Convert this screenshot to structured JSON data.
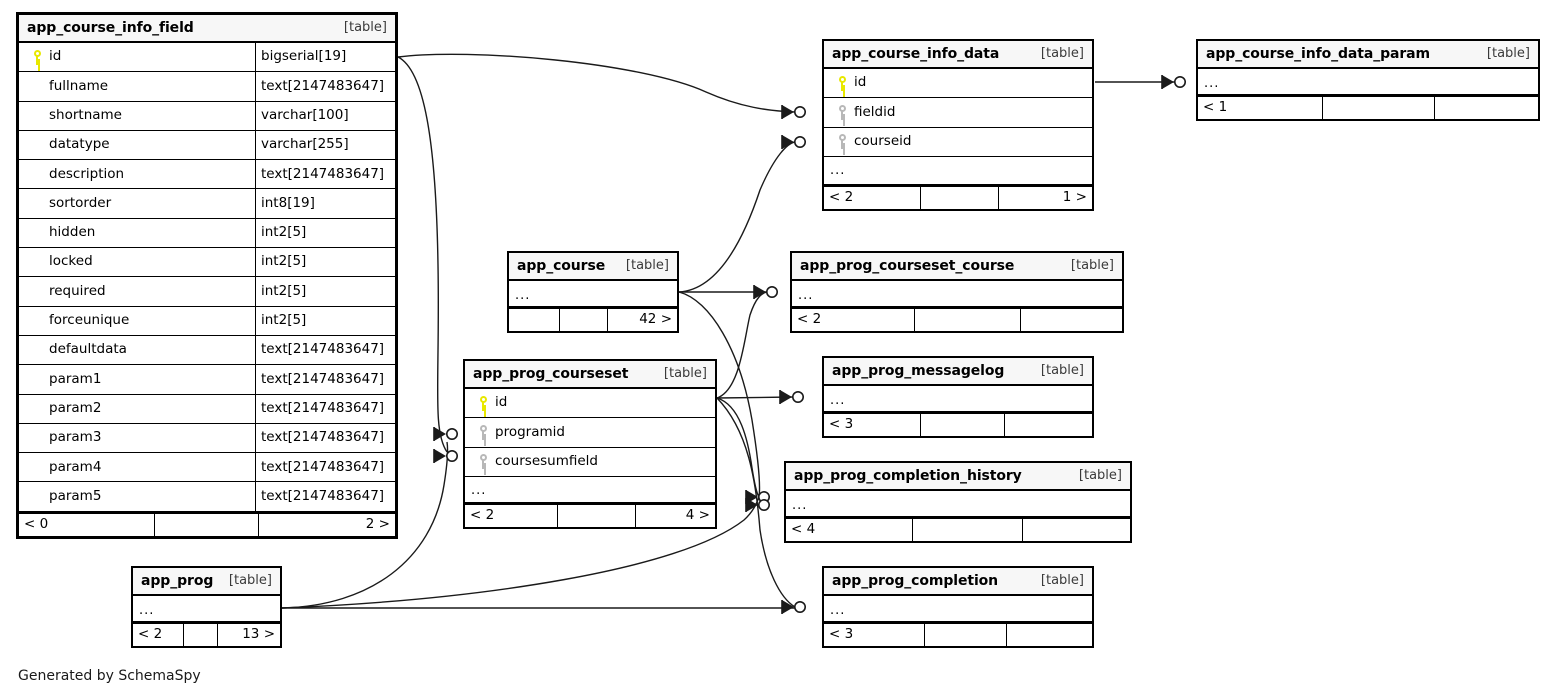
{
  "diagram": {
    "kind": "entity-relationship-diagram",
    "credit": "Generated by SchemaSpy",
    "table_tag": "[table]",
    "ellipsis": "...",
    "colors": {
      "background": "#ffffff",
      "border": "#000000",
      "title_fill": "#f7f7f7",
      "primary_key": "#e8e800",
      "foreign_key": "#b8b8b8",
      "edge": "#1a1a1a"
    }
  },
  "tables": {
    "app_course_info_field": {
      "name": "app_course_info_field",
      "tag": "[table]",
      "columns": [
        {
          "key": "pk",
          "name": "id",
          "type": "bigserial[19]"
        },
        {
          "key": "",
          "name": "fullname",
          "type": "text[2147483647]"
        },
        {
          "key": "",
          "name": "shortname",
          "type": "varchar[100]"
        },
        {
          "key": "",
          "name": "datatype",
          "type": "varchar[255]"
        },
        {
          "key": "",
          "name": "description",
          "type": "text[2147483647]"
        },
        {
          "key": "",
          "name": "sortorder",
          "type": "int8[19]"
        },
        {
          "key": "",
          "name": "hidden",
          "type": "int2[5]"
        },
        {
          "key": "",
          "name": "locked",
          "type": "int2[5]"
        },
        {
          "key": "",
          "name": "required",
          "type": "int2[5]"
        },
        {
          "key": "",
          "name": "forceunique",
          "type": "int2[5]"
        },
        {
          "key": "",
          "name": "defaultdata",
          "type": "text[2147483647]"
        },
        {
          "key": "",
          "name": "param1",
          "type": "text[2147483647]"
        },
        {
          "key": "",
          "name": "param2",
          "type": "text[2147483647]"
        },
        {
          "key": "",
          "name": "param3",
          "type": "text[2147483647]"
        },
        {
          "key": "",
          "name": "param4",
          "type": "text[2147483647]"
        },
        {
          "key": "",
          "name": "param5",
          "type": "text[2147483647]"
        }
      ],
      "footer": {
        "left": "< 0",
        "middle": "",
        "right": "2 >"
      }
    },
    "app_course_info_data": {
      "name": "app_course_info_data",
      "tag": "[table]",
      "columns": [
        {
          "key": "pk",
          "name": "id",
          "type": ""
        },
        {
          "key": "fk",
          "name": "fieldid",
          "type": ""
        },
        {
          "key": "fk",
          "name": "courseid",
          "type": ""
        }
      ],
      "ellipsis": "...",
      "footer": {
        "left": "< 2",
        "middle": "",
        "right": "1 >"
      }
    },
    "app_course_info_data_param": {
      "name": "app_course_info_data_param",
      "tag": "[table]",
      "ellipsis": "...",
      "footer": {
        "left": "< 1",
        "middle": "",
        "right": ""
      }
    },
    "app_course": {
      "name": "app_course",
      "tag": "[table]",
      "ellipsis": "...",
      "footer": {
        "left": "",
        "middle": "",
        "right": "42 >"
      }
    },
    "app_prog_courseset_course": {
      "name": "app_prog_courseset_course",
      "tag": "[table]",
      "ellipsis": "...",
      "footer": {
        "left": "< 2",
        "middle": "",
        "right": ""
      }
    },
    "app_prog_courseset": {
      "name": "app_prog_courseset",
      "tag": "[table]",
      "columns": [
        {
          "key": "pk",
          "name": "id",
          "type": ""
        },
        {
          "key": "fk",
          "name": "programid",
          "type": ""
        },
        {
          "key": "fk",
          "name": "coursesumfield",
          "type": ""
        }
      ],
      "ellipsis": "...",
      "footer": {
        "left": "< 2",
        "middle": "",
        "right": "4 >"
      }
    },
    "app_prog_messagelog": {
      "name": "app_prog_messagelog",
      "tag": "[table]",
      "ellipsis": "...",
      "footer": {
        "left": "< 3",
        "middle": "",
        "right": ""
      }
    },
    "app_prog_completion_history": {
      "name": "app_prog_completion_history",
      "tag": "[table]",
      "ellipsis": "...",
      "footer": {
        "left": "< 4",
        "middle": "",
        "right": ""
      }
    },
    "app_prog": {
      "name": "app_prog",
      "tag": "[table]",
      "ellipsis": "...",
      "footer": {
        "left": "< 2",
        "middle": "",
        "right": "13 >"
      }
    },
    "app_prog_completion": {
      "name": "app_prog_completion",
      "tag": "[table]",
      "ellipsis": "...",
      "footer": {
        "left": "< 3",
        "middle": "",
        "right": ""
      }
    }
  },
  "relationships": [
    {
      "from": "app_course_info_field.id",
      "to": "app_course_info_data.fieldid"
    },
    {
      "from": "app_course_info_field.id",
      "to": "app_prog_courseset.coursesumfield"
    },
    {
      "from": "app_course_info_data.id",
      "to": "app_course_info_data_param"
    },
    {
      "from": "app_course.id",
      "to": "app_course_info_data.courseid"
    },
    {
      "from": "app_course.id",
      "to": "app_prog_courseset_course"
    },
    {
      "from": "app_course.id",
      "to": "app_prog_completion_history"
    },
    {
      "from": "app_prog_courseset.id",
      "to": "app_prog_courseset_course"
    },
    {
      "from": "app_prog_courseset.id",
      "to": "app_prog_messagelog"
    },
    {
      "from": "app_prog_courseset.id",
      "to": "app_prog_completion_history"
    },
    {
      "from": "app_prog.id",
      "to": "app_prog_courseset.programid"
    },
    {
      "from": "app_prog.id",
      "to": "app_prog_completion"
    },
    {
      "from": "app_prog.id",
      "to": "app_prog_completion_history"
    }
  ]
}
